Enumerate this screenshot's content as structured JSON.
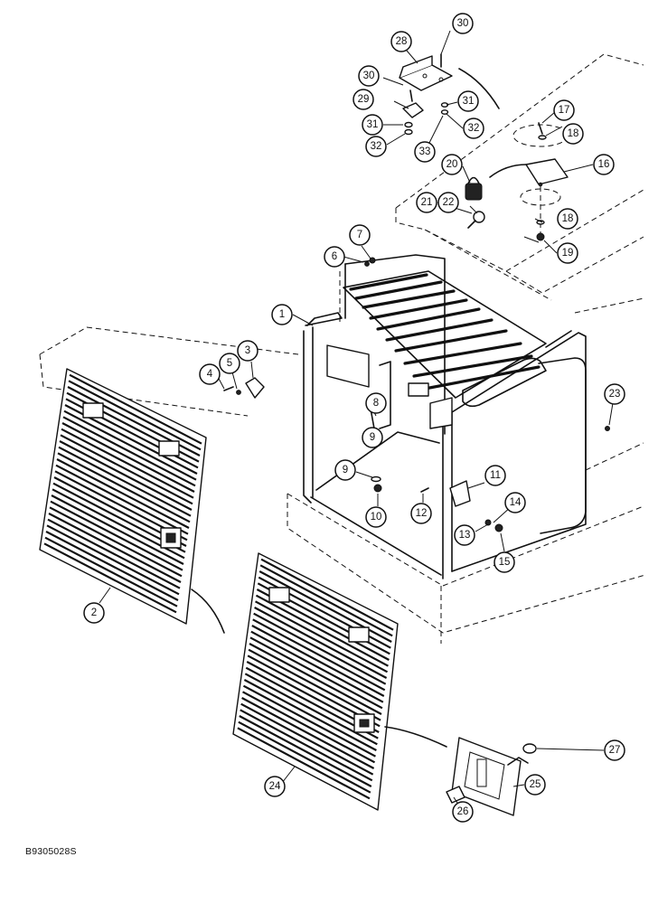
{
  "document_code": "B9305028S",
  "callouts": [
    {
      "label": "1"
    },
    {
      "label": "2"
    },
    {
      "label": "3"
    },
    {
      "label": "4"
    },
    {
      "label": "5"
    },
    {
      "label": "6"
    },
    {
      "label": "7"
    },
    {
      "label": "8"
    },
    {
      "label": "9"
    },
    {
      "label": "9"
    },
    {
      "label": "10"
    },
    {
      "label": "11"
    },
    {
      "label": "12"
    },
    {
      "label": "13"
    },
    {
      "label": "14"
    },
    {
      "label": "15"
    },
    {
      "label": "16"
    },
    {
      "label": "17"
    },
    {
      "label": "18"
    },
    {
      "label": "18"
    },
    {
      "label": "19"
    },
    {
      "label": "20"
    },
    {
      "label": "21"
    },
    {
      "label": "22"
    },
    {
      "label": "23"
    },
    {
      "label": "24"
    },
    {
      "label": "25"
    },
    {
      "label": "26"
    },
    {
      "label": "27"
    },
    {
      "label": "28"
    },
    {
      "label": "29"
    },
    {
      "label": "30"
    },
    {
      "label": "30"
    },
    {
      "label": "31"
    },
    {
      "label": "31"
    },
    {
      "label": "32"
    },
    {
      "label": "32"
    },
    {
      "label": "33"
    }
  ]
}
